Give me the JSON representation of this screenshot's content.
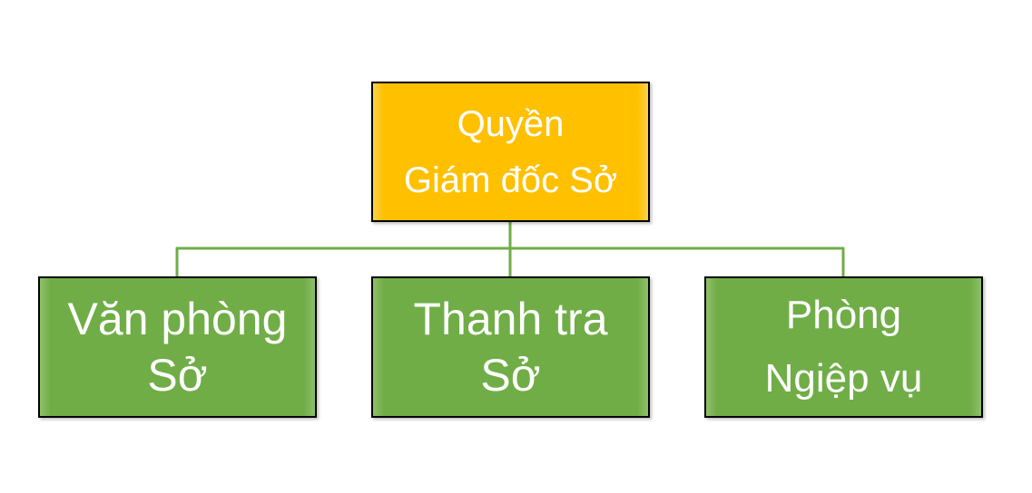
{
  "colors": {
    "top_fill": "#ffc000",
    "child_fill": "#70ad47",
    "connector": "#70ad47",
    "text": "#ffffff"
  },
  "org_chart": {
    "top": {
      "lines": [
        "Quyền",
        "Giám đốc Sở"
      ]
    },
    "children": [
      {
        "lines": [
          "Văn phòng",
          "Sở"
        ]
      },
      {
        "lines": [
          "Thanh tra",
          "Sở"
        ]
      },
      {
        "lines": [
          "Phòng",
          "Ngiệp vụ"
        ]
      }
    ]
  }
}
